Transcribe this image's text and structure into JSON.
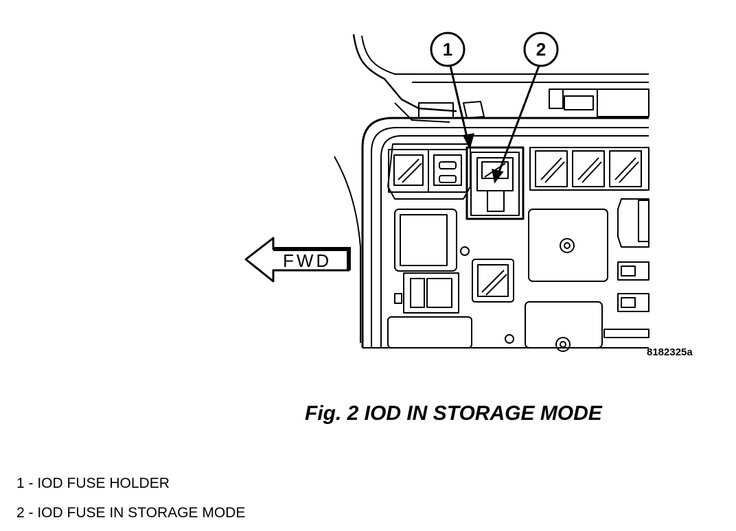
{
  "illustration": {
    "callouts": [
      "1",
      "2"
    ],
    "direction_label": "FWD",
    "figure_id": "8182325a"
  },
  "caption": "Fig. 2 IOD IN STORAGE MODE",
  "legend": [
    "1 - IOD FUSE HOLDER",
    "2 - IOD FUSE IN STORAGE MODE"
  ]
}
